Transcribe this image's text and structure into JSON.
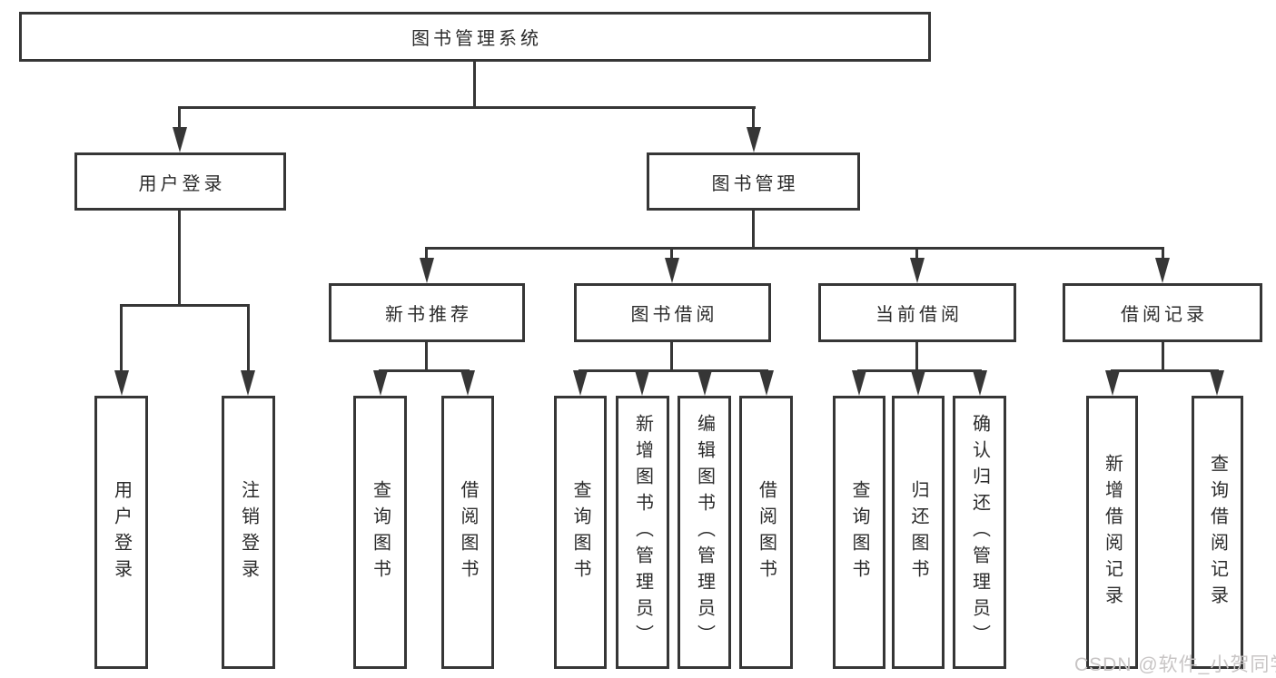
{
  "diagram": {
    "root": {
      "label": "图书管理系统"
    },
    "branches": [
      {
        "label": "用户登录",
        "children": [
          {
            "label": "用户登录"
          },
          {
            "label": "注销登录"
          }
        ]
      },
      {
        "label": "图书管理",
        "children": [
          {
            "label": "新书推荐",
            "children": [
              {
                "label": "查询图书"
              },
              {
                "label": "借阅图书"
              }
            ]
          },
          {
            "label": "图书借阅",
            "children": [
              {
                "label": "查询图书"
              },
              {
                "label": "新增图书（管理员）"
              },
              {
                "label": "编辑图书（管理员）"
              },
              {
                "label": "借阅图书"
              }
            ]
          },
          {
            "label": "当前借阅",
            "children": [
              {
                "label": "查询图书"
              },
              {
                "label": "归还图书"
              },
              {
                "label": "确认归还（管理员）"
              }
            ]
          },
          {
            "label": "借阅记录",
            "children": [
              {
                "label": "新增借阅记录"
              },
              {
                "label": "查询借阅记录"
              }
            ]
          }
        ]
      }
    ]
  },
  "watermark": {
    "text": "CSDN @软件_小贺同学",
    "color": "#c8c5c5"
  },
  "colors": {
    "line": "#363636",
    "text": "#2b2b2b",
    "background": "#ffffff"
  }
}
